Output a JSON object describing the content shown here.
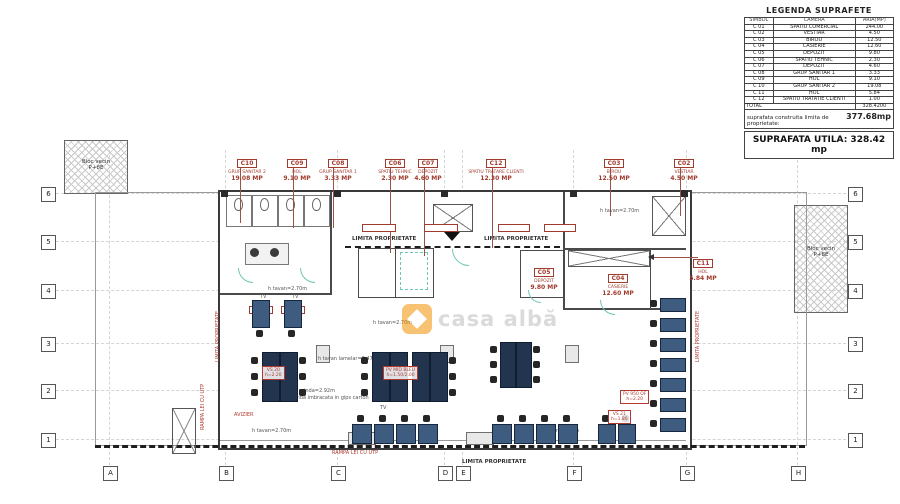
{
  "legend": {
    "title": "LEGENDA SUPRAFETE",
    "col_simbol": "SIMBOL",
    "col_camera": "CAMERA",
    "col_aria": "ARIA(MP)",
    "rows": [
      {
        "s": "C 01",
        "c": "SPATIU COMERCIAL",
        "a": "244.00"
      },
      {
        "s": "C 02",
        "c": "VESTIAR",
        "a": "4.50"
      },
      {
        "s": "C 03",
        "c": "BIROU",
        "a": "12.50"
      },
      {
        "s": "C 04",
        "c": "CASIERIE",
        "a": "12.60"
      },
      {
        "s": "C 05",
        "c": "DEPOZIT",
        "a": "9.80"
      },
      {
        "s": "C 06",
        "c": "SPATIU TEHNIC",
        "a": "2.30"
      },
      {
        "s": "C 07",
        "c": "DEPOZIT",
        "a": "4.60"
      },
      {
        "s": "C 08",
        "c": "GRUP SANITAR 1",
        "a": "3.33"
      },
      {
        "s": "C 09",
        "c": "HOL",
        "a": "9.10"
      },
      {
        "s": "C 10",
        "c": "GRUP SANITAR 2",
        "a": "19.08"
      },
      {
        "s": "C 11",
        "c": "HOL",
        "a": "5.84"
      },
      {
        "s": "C 12",
        "c": "SPATIU TRATATIE CLIENTI",
        "a": "1.00"
      }
    ],
    "total_label": "TOTAL",
    "total_value": "328.4200",
    "footer_built_label": "suprafata construita limita de proprietate:",
    "footer_built_value": "377.68mp",
    "footer_useful": "SUPRAFATA UTILA: 328.42 mp"
  },
  "plan": {
    "callouts": [
      {
        "code": "C10",
        "room": "GRUP SANITAR 2",
        "area": "19.08 MP"
      },
      {
        "code": "C09",
        "room": "HOL",
        "area": "9.10 MP"
      },
      {
        "code": "C08",
        "room": "GRUP SANITAR 1",
        "area": "3.33 MP"
      },
      {
        "code": "C06",
        "room": "SPATIU TEHNIC",
        "area": "2.30 MP"
      },
      {
        "code": "C07",
        "room": "DEPOZIT",
        "area": "4.60 MP"
      },
      {
        "code": "C12",
        "room": "SPATIU TRATARE CLIENTI",
        "area": "12.30 MP"
      },
      {
        "code": "C03",
        "room": "BIROU",
        "area": "12.50 MP"
      },
      {
        "code": "C02",
        "room": "VESTIAR",
        "area": "4.50 MP"
      }
    ],
    "inner_callouts": [
      {
        "code": "C05",
        "room": "DEPOZIT",
        "area": "9.80 MP"
      },
      {
        "code": "C04",
        "room": "CASIERIE",
        "area": "12.60 MP"
      },
      {
        "code": "C11",
        "room": "HOL",
        "area": "5.84 MP"
      }
    ],
    "grid_letters": [
      "A",
      "B",
      "C",
      "D",
      "E",
      "F",
      "G",
      "H"
    ],
    "grid_numbers": [
      "6",
      "5",
      "4",
      "3",
      "2",
      "1"
    ],
    "labels": {
      "property": "LIMITA PROPRIETATE",
      "neighbor": "Bloc vecin\nP+8E",
      "ceiling_270": "h tavan=2.70m",
      "ceiling_347": "h tavan lamelar=3.47m",
      "beam1": "h grinda=2.92m",
      "beam2": "grinda imbracata in gips carton",
      "avizier": "AVIZIER",
      "ramp": "RAMPA LEI CU UTP",
      "tv": "TV"
    },
    "furniture_labels": {
      "vs20": "VS 20\nh=2.20",
      "pvmid": "PV MID BLEU\nh=1.50/2.00",
      "pv950": "PV 950 OF\nh=2.20",
      "vs21": "VS 21\nh=1.80"
    }
  },
  "watermark": {
    "text": "casa albă",
    "accent": "#f29100"
  },
  "colors": {
    "callout_red": "#a03b2e",
    "total_red": "#c0271c",
    "teal": "#6fc7b6",
    "desk_blue": "#3d5c80"
  }
}
